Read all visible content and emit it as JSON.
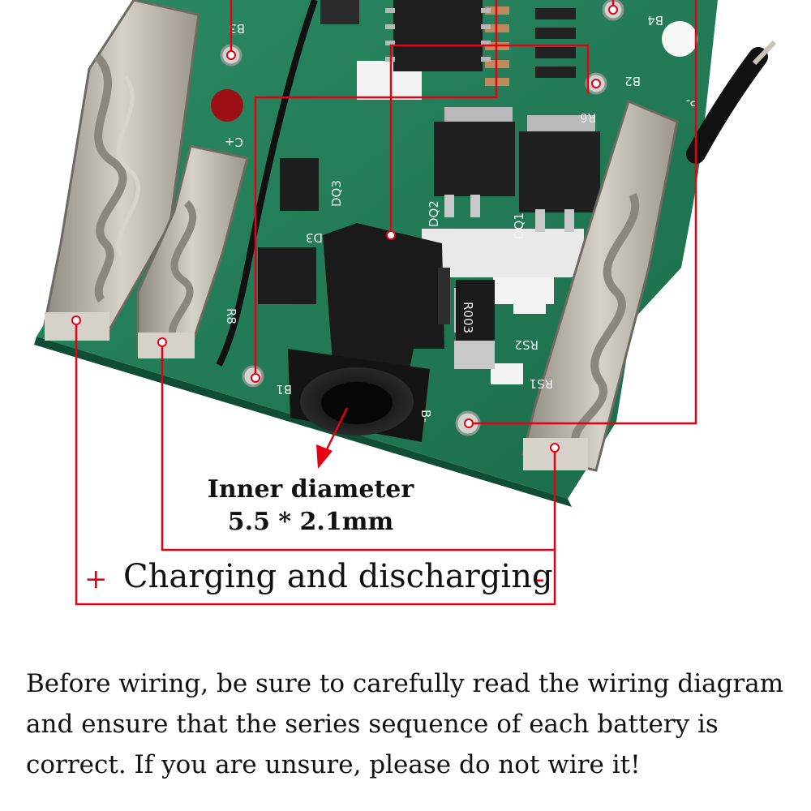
{
  "annotations": {
    "inner_diameter_line1": "Inner diameter",
    "inner_diameter_line2": "5.5 * 2.1mm",
    "plus_sign": "+",
    "charge_discharge_label": "Charging and discharging",
    "minus_sign": "-"
  },
  "board_labels": {
    "b1": "B1",
    "b2": "B2",
    "b3": "B3",
    "b4": "B4",
    "b_minus": "B-",
    "p_minus": "P-",
    "c_plus": "C+",
    "dq1": "DQ1",
    "dq2": "DQ2",
    "dq3": "DQ3",
    "d3": "D3",
    "rs1": "RS1",
    "rs2": "RS2",
    "r6": "R6",
    "r8": "R8",
    "shunt_marking": "R003"
  },
  "warning_text": "Before wiring, be sure to carefully read the wiring diagram and ensure that the series sequence of each battery is correct. If you are unsure, please do not wire it!",
  "colors": {
    "annotation_red": "#e60012",
    "pcb_green": "#1f7a55",
    "terminal_silver": "#b9b4aa"
  }
}
